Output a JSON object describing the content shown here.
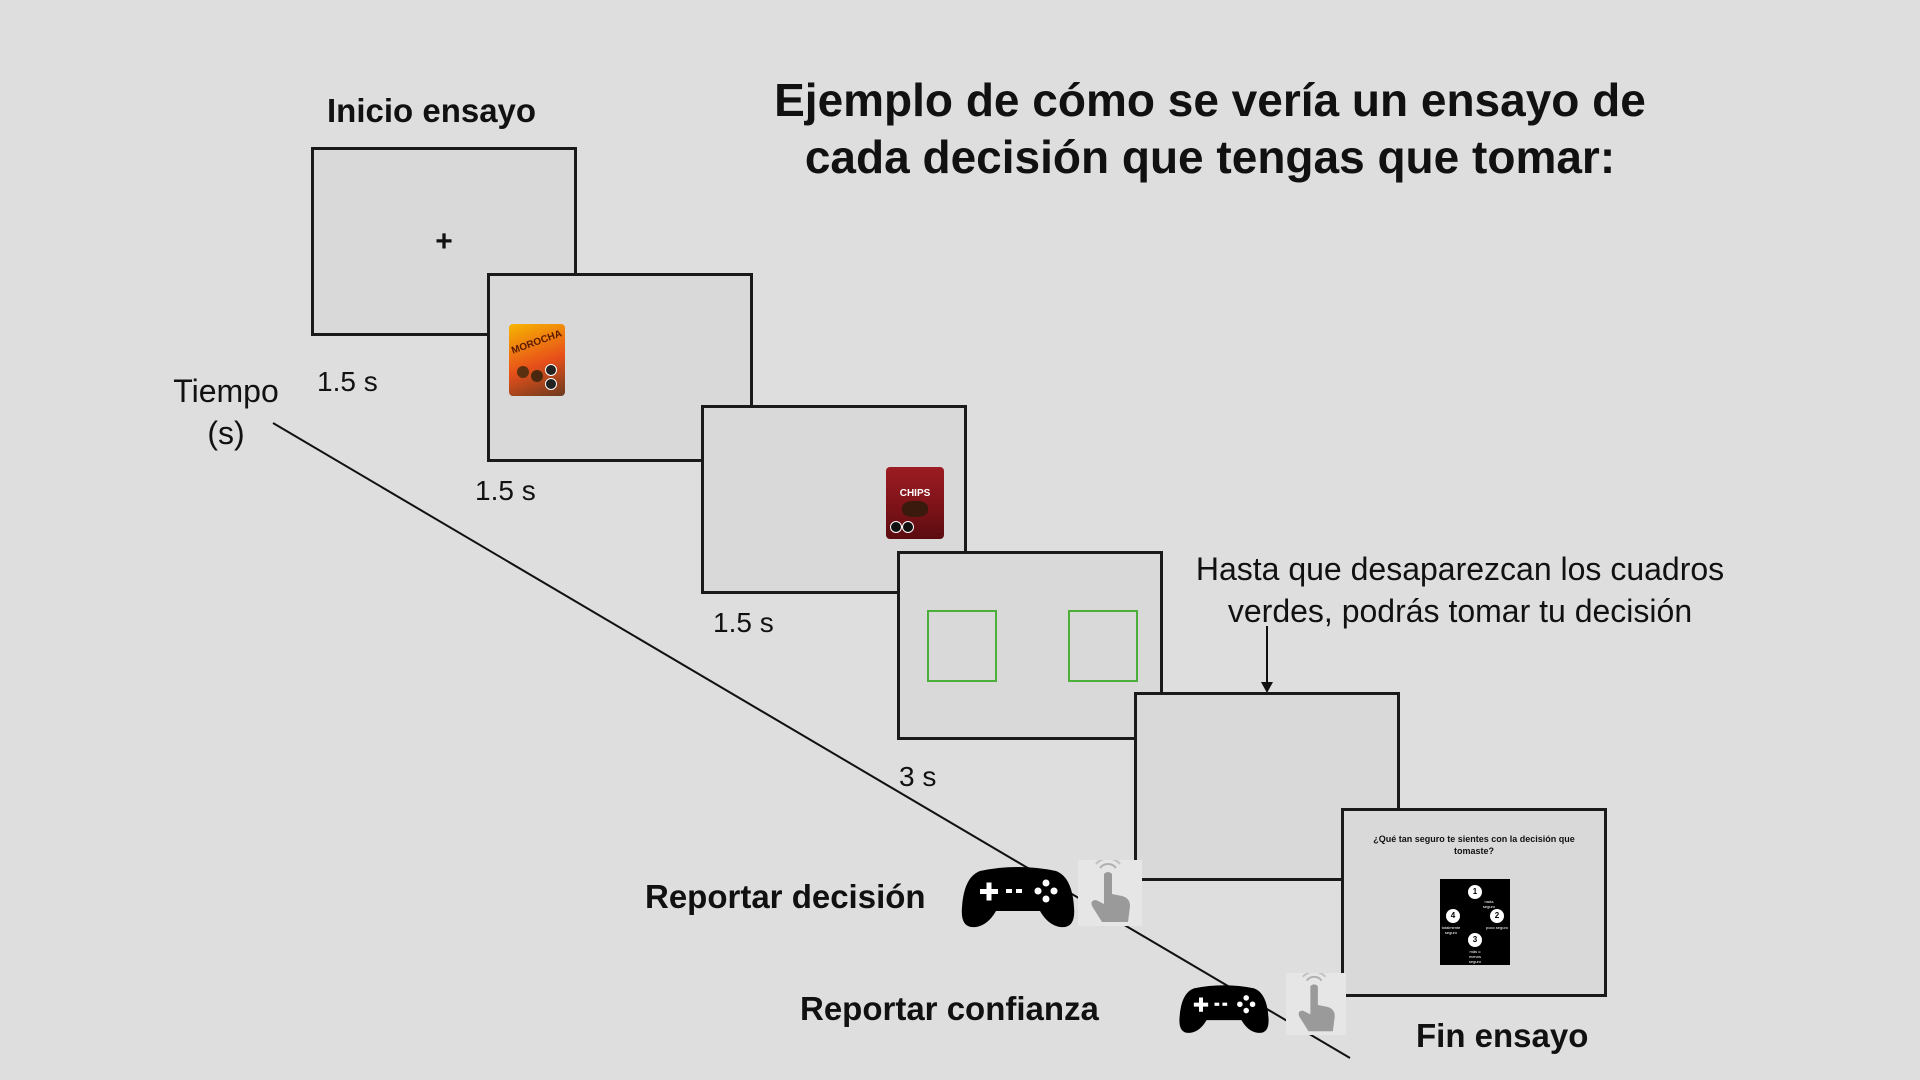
{
  "title": {
    "line1": "Ejemplo de cómo se vería un ensayo de",
    "line2": "cada decisión que tengas que tomar:"
  },
  "labels": {
    "start": "Inicio ensayo",
    "end": "Fin ensayo",
    "time_axis_line1": "Tiempo",
    "time_axis_line2": "(s)",
    "report_decision": "Reportar decisión",
    "report_confidence": "Reportar confianza"
  },
  "durations": [
    "1.5 s",
    "1.5 s",
    "1.5 s",
    "3 s"
  ],
  "annotation": {
    "line1": "Hasta que desaparezcan los cuadros",
    "line2": "verdes, podrás tomar tu decisión"
  },
  "screens": {
    "fixation_symbol": "+",
    "snack1_brand": "MOROCHA",
    "snack2_brand": "CHIPS",
    "confidence_question": "¿Qué tan seguro te sientes con la decisión que tomaste?",
    "confidence_options": [
      {
        "number": "1",
        "label": "nada seguro"
      },
      {
        "number": "2",
        "label": "poco seguro"
      },
      {
        "number": "3",
        "label": "más o menos seguro"
      },
      {
        "number": "4",
        "label": "totalmente seguro"
      }
    ]
  },
  "icons": {
    "controller": "gamepad-icon",
    "touch": "touch-hand-icon"
  },
  "colors": {
    "background": "#dedede",
    "screen_fill": "#d9d9d9",
    "screen_border": "#1a1a1a",
    "response_window_boxes": "#4caf3a"
  }
}
